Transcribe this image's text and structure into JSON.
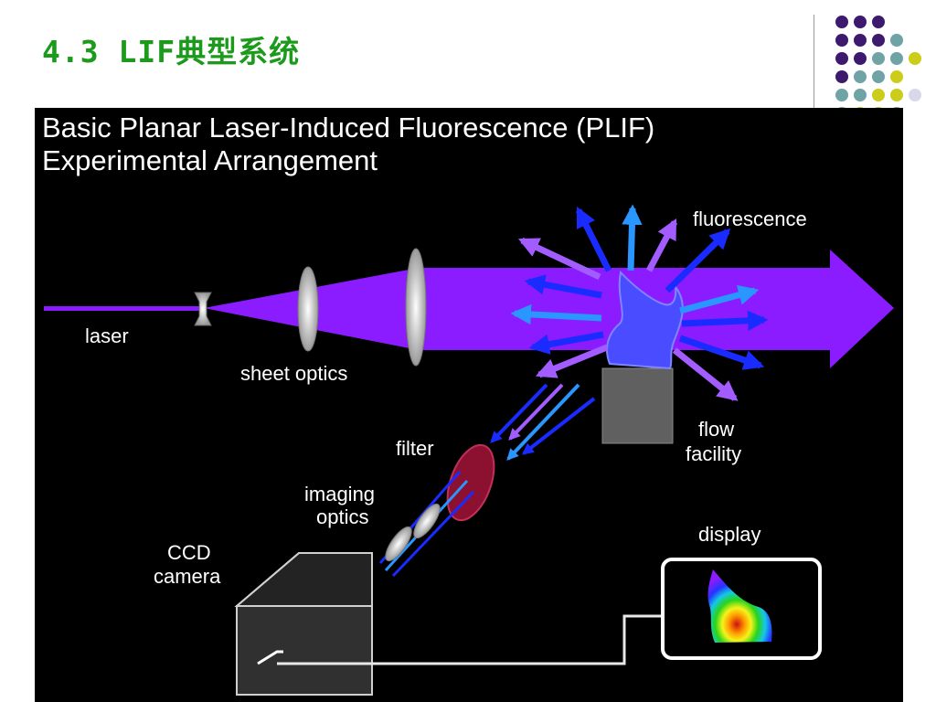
{
  "slide": {
    "title": "4.3 LIF典型系统"
  },
  "decor": {
    "dot_colors": {
      "purple": "#3d1a6e",
      "teal": "#6fa3a6",
      "yellow": "#cccc1a",
      "lavender": "#d8d8ea"
    },
    "dot_grid": [
      [
        "purple",
        "purple",
        "purple",
        "",
        ""
      ],
      [
        "purple",
        "purple",
        "purple",
        "teal",
        ""
      ],
      [
        "purple",
        "purple",
        "teal",
        "teal",
        "yellow"
      ],
      [
        "purple",
        "teal",
        "teal",
        "yellow",
        ""
      ],
      [
        "teal",
        "teal",
        "yellow",
        "yellow",
        "lavender"
      ],
      [
        "teal",
        "yellow",
        "yellow",
        "teal",
        ""
      ]
    ]
  },
  "diagram": {
    "heading_line1": "Basic Planar Laser-Induced Fluorescence (PLIF)",
    "heading_line2": "Experimental Arrangement",
    "labels": {
      "laser": "laser",
      "sheet_optics": "sheet optics",
      "fluorescence": "fluorescence",
      "flow_line1": "flow",
      "flow_line2": "facility",
      "filter": "filter",
      "imaging_line1": "imaging",
      "imaging_line2": "optics",
      "ccd_line1": "CCD",
      "ccd_line2": "camera",
      "display": "display"
    },
    "colors": {
      "laser_sheet": "#8a1cff",
      "flame": "#4a4cff",
      "burner": "#606060",
      "filter": "#8c1030",
      "arrow_blue": "#1a2bff",
      "arrow_light": "#2a96ff",
      "arrow_purple": "#a25cff"
    }
  }
}
